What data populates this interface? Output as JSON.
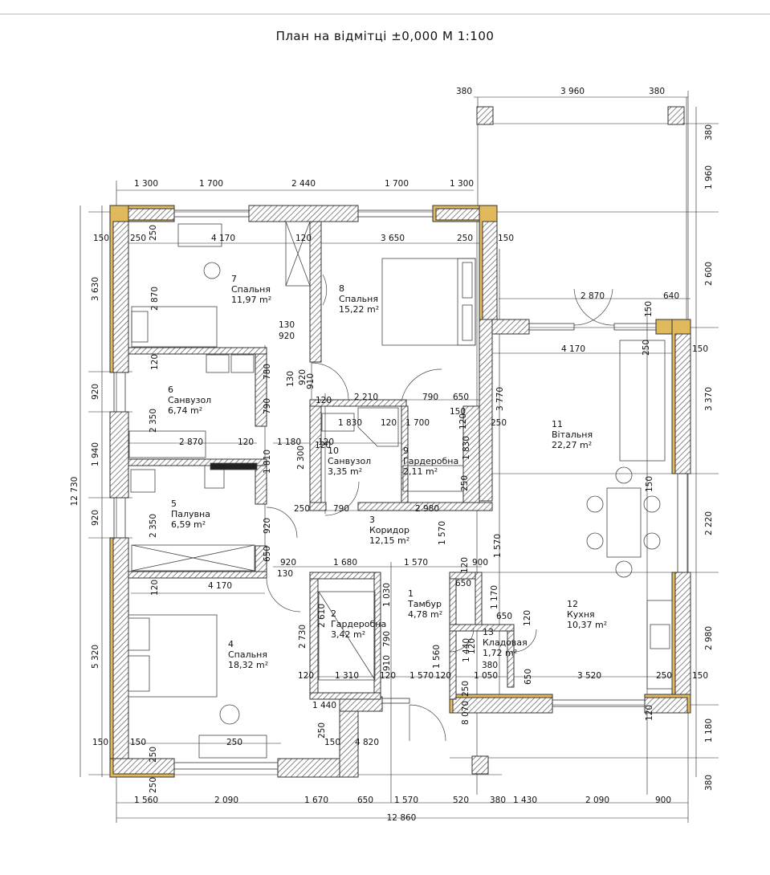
{
  "title": "План на відмітці ±0,000 М 1:100",
  "rooms": [
    {
      "num": "1",
      "name": "Тамбур",
      "area": "4,78 m²"
    },
    {
      "num": "2",
      "name": "Гардеробна",
      "area": "3,42 m²"
    },
    {
      "num": "3",
      "name": "Коридор",
      "area": "12,15 m²"
    },
    {
      "num": "4",
      "name": "Спальня",
      "area": "18,32 m²"
    },
    {
      "num": "5",
      "name": "Палувна",
      "area": "6,59 m²"
    },
    {
      "num": "6",
      "name": "Санвузол",
      "area": "6,74 m²"
    },
    {
      "num": "7",
      "name": "Спальня",
      "area": "11,97 m²"
    },
    {
      "num": "8",
      "name": "Спальня",
      "area": "15,22 m²"
    },
    {
      "num": "9",
      "name": "Гардеробна",
      "area": "2,11 m²"
    },
    {
      "num": "10",
      "name": "Санвузол",
      "area": "3,35 m²"
    },
    {
      "num": "11",
      "name": "Вітальня",
      "area": "22,27 m²"
    },
    {
      "num": "12",
      "name": "Кухня",
      "area": "10,37 m²"
    },
    {
      "num": "13",
      "name": "Кладовая",
      "area": "1,72 m²"
    }
  ],
  "dims": {
    "top_outer": [
      "380",
      "3 960",
      "380"
    ],
    "top": [
      "1 300",
      "1 700",
      "2 440",
      "1 700",
      "1 300"
    ],
    "bottom": [
      "1 560",
      "2 090",
      "1 670",
      "650",
      "1 570",
      "520",
      "380",
      "1 430",
      "2 090",
      "900"
    ],
    "total_width": "12 860",
    "left": [
      "3 630",
      "920",
      "1 940",
      "920",
      "5 320"
    ],
    "total_height": "12 730",
    "right": [
      "380",
      "1 960",
      "2 600",
      "3 370",
      "2 220",
      "2 980",
      "1 180",
      "380"
    ],
    "interior": [
      "150",
      "250",
      "4 170",
      "250",
      "120",
      "3 650",
      "250",
      "150",
      "2 870",
      "130",
      "920",
      "910",
      "2 870",
      "150",
      "640",
      "4 170",
      "250",
      "150",
      "120",
      "780",
      "130",
      "920",
      "790",
      "2 210",
      "790",
      "650",
      "2 350",
      "1 830",
      "120",
      "1 700",
      "120",
      "250",
      "3 770",
      "2 870",
      "120",
      "1 180",
      "120",
      "2 300",
      "1 810",
      "1 830",
      "250",
      "250",
      "790",
      "2 980",
      "920",
      "2 350",
      "1 570",
      "1 570",
      "650",
      "920",
      "130",
      "1 680",
      "1 570",
      "120",
      "900",
      "120",
      "4 170",
      "650",
      "1 030",
      "1 170",
      "2 730",
      "2 610",
      "790",
      "650",
      "120",
      "1 560",
      "1 440",
      "120",
      "910",
      "120",
      "1 310",
      "120",
      "1 570",
      "120",
      "250",
      "1 050",
      "380",
      "3 520",
      "250",
      "150",
      "650",
      "1 440",
      "250",
      "150",
      "4 820",
      "250",
      "150",
      "150",
      "250",
      "250",
      "8 070",
      "150",
      "120",
      "120",
      "120",
      "150"
    ]
  }
}
